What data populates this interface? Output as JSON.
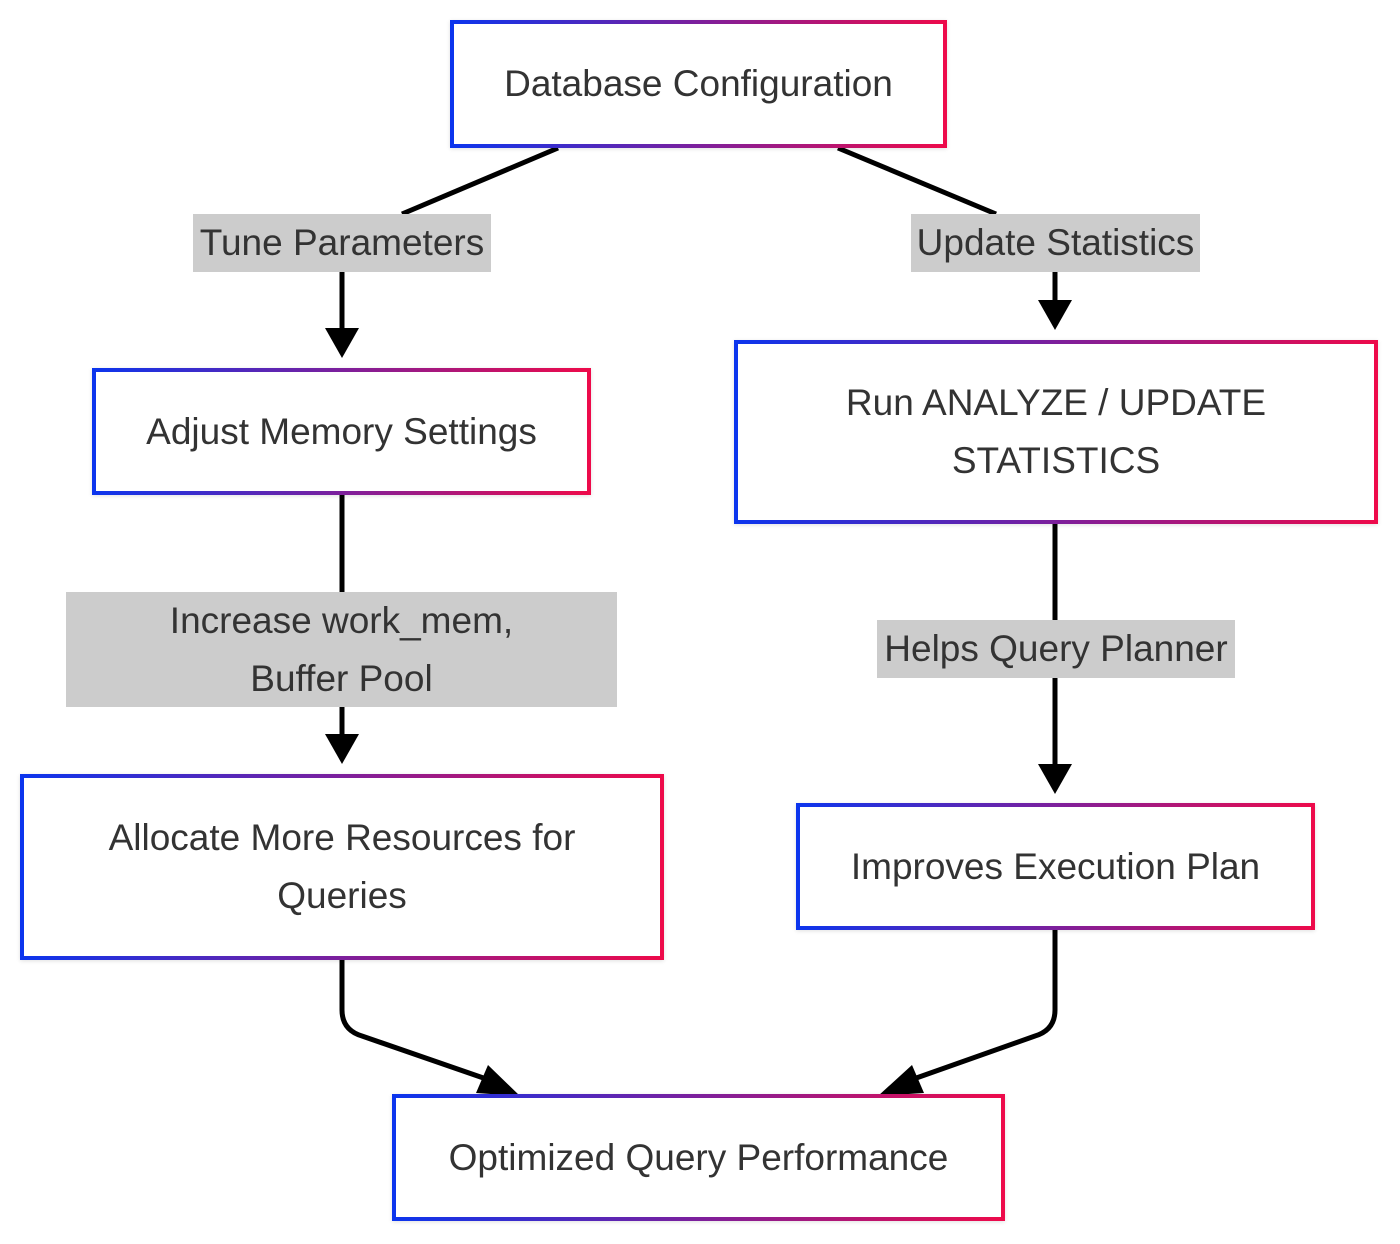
{
  "diagram": {
    "nodes": {
      "db_config": "Database Configuration",
      "adjust_memory": "Adjust Memory Settings",
      "run_analyze": "Run ANALYZE / UPDATE STATISTICS",
      "allocate_resources": "Allocate More Resources for Queries",
      "improves_plan": "Improves Execution Plan",
      "optimized_performance": "Optimized Query Performance"
    },
    "edge_labels": {
      "tune_parameters": "Tune Parameters",
      "update_statistics": "Update Statistics",
      "increase_work_mem": "Increase work_mem, Buffer Pool",
      "helps_planner": "Helps Query Planner"
    },
    "edges": [
      {
        "from": "db_config",
        "to": "adjust_memory",
        "label": "tune_parameters"
      },
      {
        "from": "db_config",
        "to": "run_analyze",
        "label": "update_statistics"
      },
      {
        "from": "adjust_memory",
        "to": "allocate_resources",
        "label": "increase_work_mem"
      },
      {
        "from": "run_analyze",
        "to": "improves_plan",
        "label": "helps_planner"
      },
      {
        "from": "allocate_resources",
        "to": "optimized_performance",
        "label": ""
      },
      {
        "from": "improves_plan",
        "to": "optimized_performance",
        "label": ""
      }
    ],
    "colors": {
      "border_start": "#0b35ee",
      "border_end": "#ee0a4a",
      "edge_label_bg": "#cccccc",
      "edge_line": "#000000",
      "text": "#333333"
    }
  }
}
